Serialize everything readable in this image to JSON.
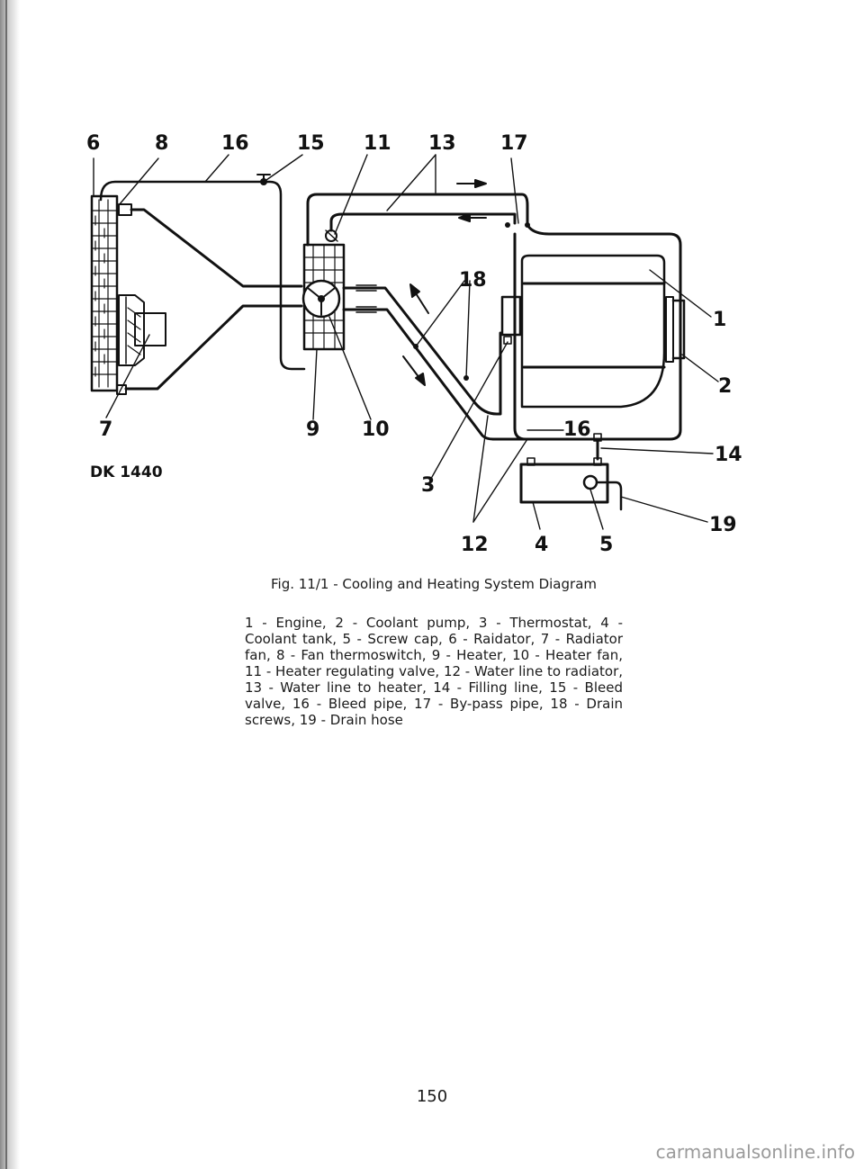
{
  "diagram": {
    "code": "DK 1440",
    "callouts": [
      "6",
      "8",
      "16",
      "15",
      "11",
      "13",
      "17",
      "18",
      "1",
      "2",
      "7",
      "9",
      "10",
      "16",
      "14",
      "3",
      "19",
      "12",
      "4",
      "5"
    ]
  },
  "caption": {
    "title": "Fig. 11/1 - Cooling and Heating System Diagram",
    "legend": "1 - Engine, 2 - Coolant pump, 3 - Thermostat, 4 - Coolant tank, 5 - Screw cap, 6 - Raidator, 7 - Radiator fan, 8 - Fan thermoswitch, 9 - Heater, 10 - Heater fan, 11 - Heater regulating valve, 12 - Water line to radiator, 13 - Water line to heater, 14 - Filling line, 15 - Bleed valve, 16 - Bleed pipe, 17 - By-pass pipe, 18 - Drain screws, 19 - Drain hose"
  },
  "page": {
    "number": "150"
  },
  "watermark": "carmanualsonline.info"
}
